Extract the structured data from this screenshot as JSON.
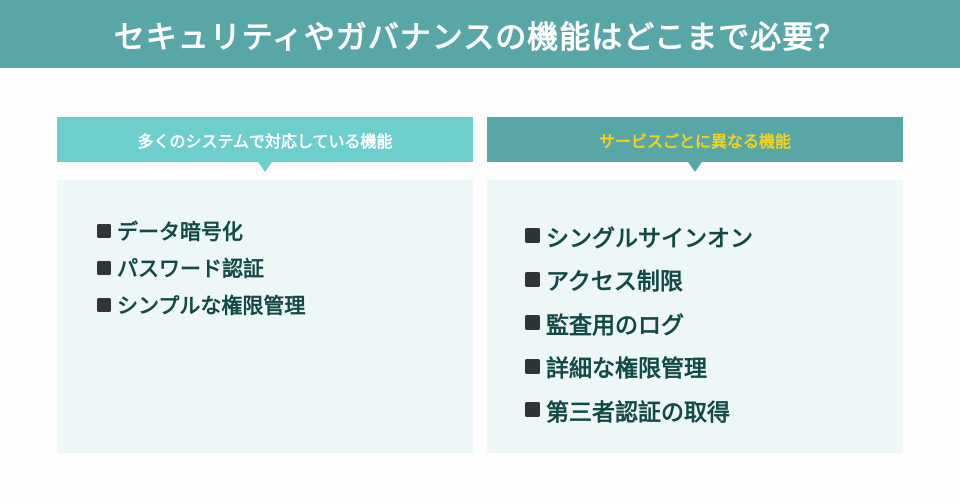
{
  "title": "セキュリティやガバナンスの機能はどこまで必要？",
  "colors": {
    "title_bg": "#58a6a6",
    "left_header_bg": "#6dcfcb",
    "right_header_bg": "#58a6a6",
    "right_header_text": "#f5d21a",
    "panel_bg": "#eef7f7",
    "item_text": "#134a47",
    "bullet": "#303438"
  },
  "left": {
    "header": "多くのシステムで対応している機能",
    "bullet_icon": "■",
    "items": [
      "データ暗号化",
      "パスワード認証",
      "シンプルな権限管理"
    ]
  },
  "right": {
    "header": "サービスごとに異なる機能",
    "bullet_icon": "■",
    "items": [
      "シングルサインオン",
      "アクセス制限",
      "監査用のログ",
      "詳細な権限管理",
      "第三者認証の取得"
    ]
  }
}
